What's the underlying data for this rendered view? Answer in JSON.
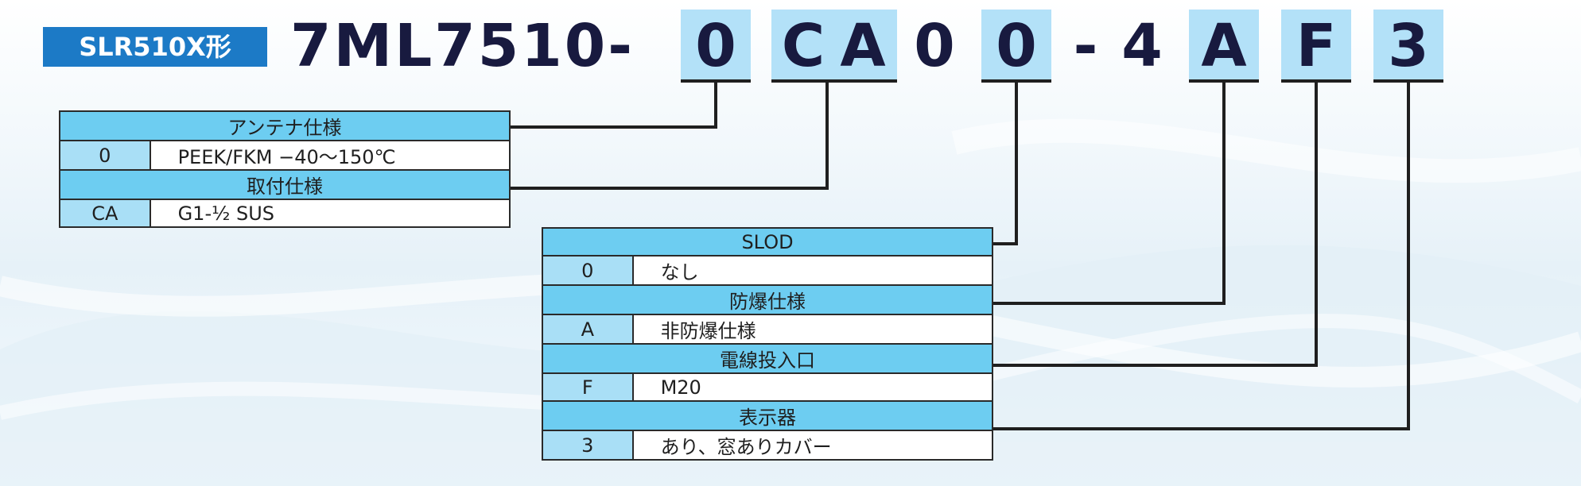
{
  "badge_label": "SLR510X形",
  "code_prefix": "7ML7510-",
  "code_chars": {
    "c1": "0",
    "c2": "C",
    "c3": "A",
    "c4": "0",
    "c5": "0",
    "dash": "-",
    "c6": "4",
    "c7": "A",
    "c8": "F",
    "c9": "3"
  },
  "left_table": {
    "antenna_header": "アンテナ仕様",
    "antenna_key": "0",
    "antenna_value": "PEEK/FKM −40〜150℃",
    "mount_header": "取付仕様",
    "mount_key": "CA",
    "mount_value": "G1-½ SUS"
  },
  "right_table": {
    "slod_header": "SLOD",
    "slod_key": "0",
    "slod_value": "なし",
    "explosion_header": "防爆仕様",
    "explosion_key": "A",
    "explosion_value": "非防爆仕様",
    "cable_header": "電線投入口",
    "cable_key": "F",
    "cable_value": "M20",
    "display_header": "表示器",
    "display_key": "3",
    "display_value": "あり、窓ありカバー"
  },
  "colors": {
    "badge": "#1c7ac6",
    "code_text": "#181a3f",
    "highlight_box": "#b3e1f8",
    "table_header": "#6dcdf1",
    "table_key": "#a9dff6"
  }
}
